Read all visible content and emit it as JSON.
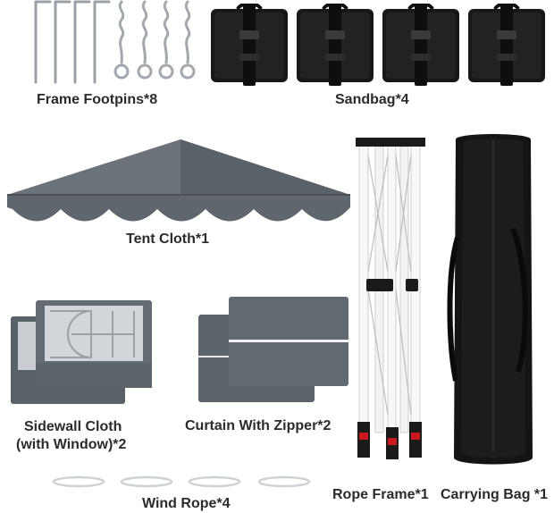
{
  "labels": {
    "footpins": "Frame Footpins*8",
    "sandbag": "Sandbag*4",
    "tent_cloth": "Tent Cloth*1",
    "sidewall_line1": "Sidewall Cloth",
    "sidewall_line2": "(with Window)*2",
    "curtain": "Curtain With Zipper*2",
    "wind_rope": "Wind Rope*4",
    "rope_frame": "Rope Frame*1",
    "carrying_bag": "Carrying Bag *1"
  },
  "colors": {
    "canopy": "#5f666e",
    "canopy_dark": "#4e555c",
    "bag": "#161616",
    "frame": "#f4f4f4",
    "accent_red": "#c8191e",
    "text": "#2b2b2b"
  }
}
